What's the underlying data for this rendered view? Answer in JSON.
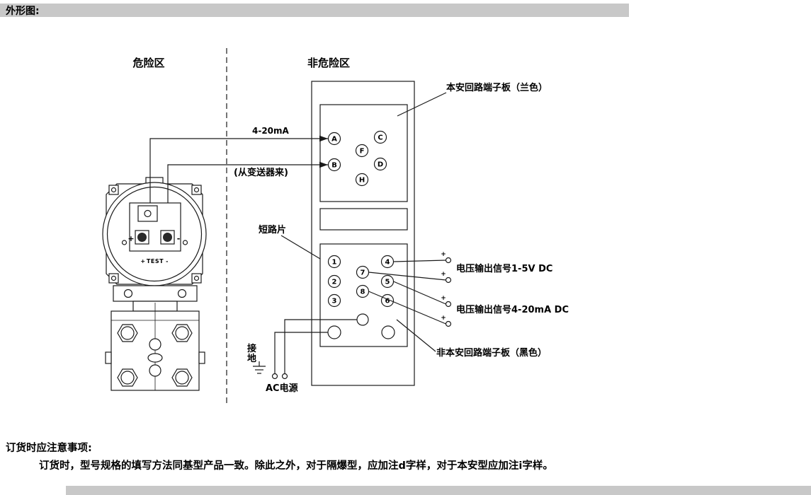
{
  "header": {
    "title": "外形图:"
  },
  "zones": {
    "hazardous": "危险区",
    "non_hazardous": "非危险区"
  },
  "board": {
    "is_label": "本安回路端子板（兰色）",
    "non_is_label": "非本安回路端子板（黑色）",
    "shorting_bar": "短路片",
    "letters": [
      "A",
      "B",
      "C",
      "D",
      "F",
      "H"
    ],
    "numbers": [
      "1",
      "2",
      "3",
      "4",
      "5",
      "6",
      "7",
      "8"
    ],
    "plus_mark": "+"
  },
  "wiring": {
    "current_signal": "4-20mA",
    "from_transmitter": "(从变送器来)",
    "voltage_out_1_5": "电压输出信号1-5V DC",
    "voltage_out_4_20": "电压输出信号4-20mA DC",
    "ground": "接地",
    "ac_power": "AC电源"
  },
  "transmitter": {
    "plus": "+",
    "minus": "-",
    "test_plus": "+",
    "test_label": "TEST",
    "test_minus": "-"
  },
  "notes": {
    "title": "订货时应注意事项:",
    "body": "订货时，型号规格的填写方法同基型产品一致。除此之外，对于隔爆型，应加注d字样，对于本安型应加注i字样。"
  }
}
